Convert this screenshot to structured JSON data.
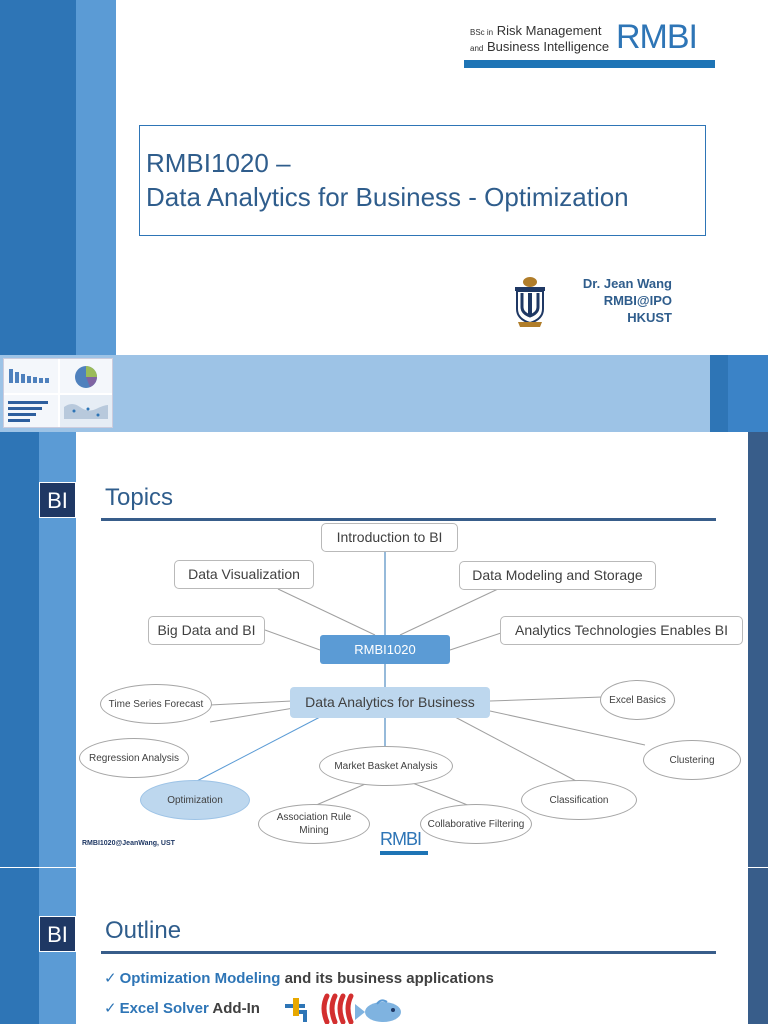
{
  "title_slide": {
    "logo": {
      "line1_prefix": "BSc in",
      "line1": "Risk Management",
      "line2_prefix": "and",
      "line2": "Business Intelligence",
      "brand": "RMBI"
    },
    "title_line1": "RMBI1020 –",
    "title_line2": "Data Analytics for Business - Optimization",
    "author_lines": [
      "Dr. Jean Wang",
      "RMBI@IPO",
      "HKUST"
    ]
  },
  "topics_slide": {
    "badge": "BI",
    "heading": "Topics",
    "center": "RMBI1020",
    "top_nodes": {
      "intro": "Introduction to BI",
      "dataviz": "Data Visualization",
      "modeling": "Data Modeling and Storage",
      "bigdata": "Big Data and BI",
      "analytics": "Analytics Technologies Enables BI"
    },
    "sub_center": "Data Analytics for Business",
    "ovals": {
      "timeseries": "Time Series Forecast",
      "excel": "Excel Basics",
      "regression": "Regression Analysis",
      "clustering": "Clustering",
      "market": "Market Basket Analysis",
      "optimization": "Optimization",
      "classification": "Classification",
      "association": "Association Rule Mining",
      "collaborative": "Collaborative Filtering"
    },
    "footer": "RMBI1020@JeanWang, UST",
    "mini_logo": "RMBI"
  },
  "outline_slide": {
    "badge": "BI",
    "heading": "Outline",
    "item1_highlight": "Optimization Modeling",
    "item1_rest": " and its business applications",
    "item2_highlight": "Excel Solver",
    "item2_rest": " Add-In",
    "check": "✓"
  },
  "colors": {
    "accent": "#2e75b6",
    "light_accent": "#5b9bd5",
    "pale": "#bdd7ee",
    "dark": "#1f3864"
  }
}
